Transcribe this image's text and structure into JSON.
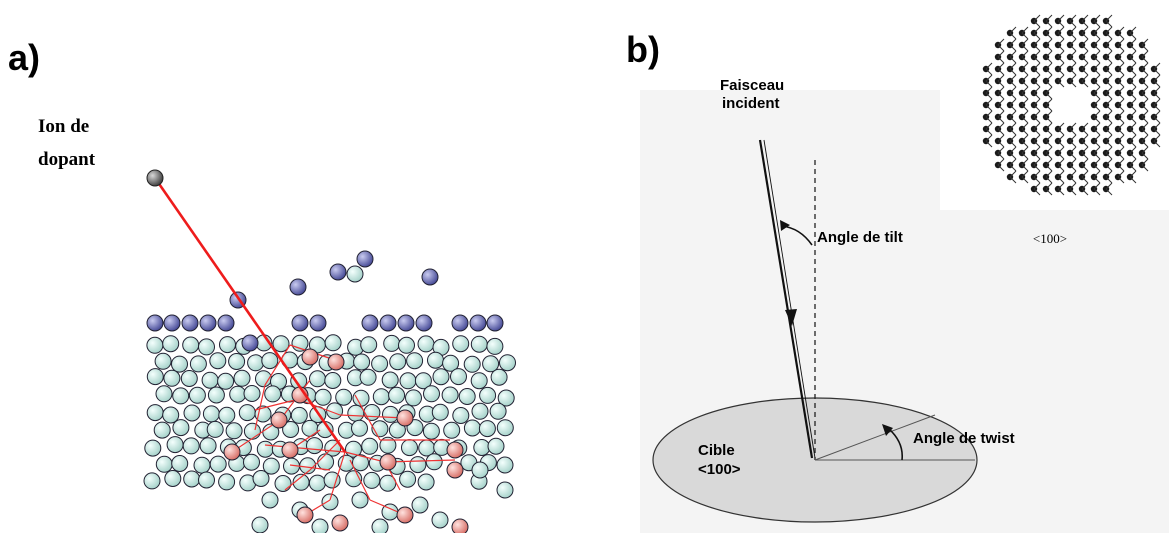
{
  "panel_a": {
    "letter": "a)",
    "ion_label_line1": "Ion de",
    "ion_label_line2": "dopant",
    "colors": {
      "beam": "#ee1c1c",
      "surface_atom": "#7b7fc2",
      "lattice_atom": "#cde9e4",
      "displaced_atom": "#f0a7a2",
      "ion": "#666666"
    }
  },
  "panel_b": {
    "letter": "b)",
    "beam_label_line1": "Faisceau",
    "beam_label_line2": "incident",
    "tilt_label": "Angle de tilt",
    "twist_label": "Angle de twist",
    "target_label_line1": "Cible",
    "target_label_line2": "<100>",
    "crystal_caption": "<100>",
    "colors": {
      "target_fill": "#d9d9d9",
      "background": "#f4f4f4"
    }
  }
}
